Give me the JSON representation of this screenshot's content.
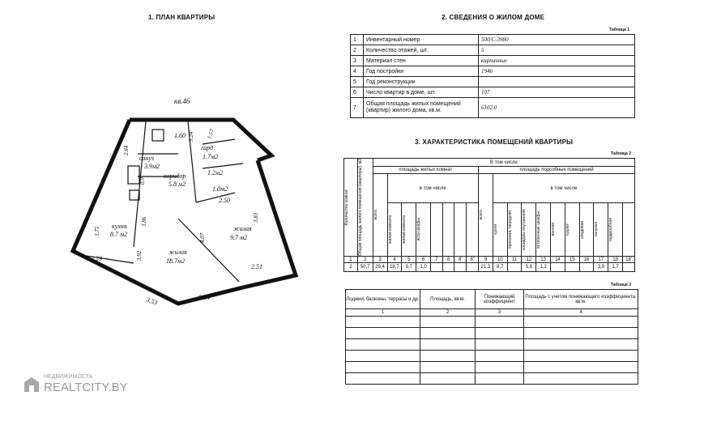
{
  "plan": {
    "title": "1. ПЛАН КВАРТИРЫ",
    "apt_label": "кв.46",
    "rooms": [
      {
        "name": "сануз",
        "area": "3.9м2"
      },
      {
        "name": "коридор",
        "area": "5.8 м2"
      },
      {
        "name": "гард",
        "area": "1.7м2"
      },
      {
        "name": "",
        "area": "1.2м2"
      },
      {
        "name": "",
        "area": "1.0м2"
      },
      {
        "name": "кухня",
        "area": "8.7 м2"
      },
      {
        "name": "жилая",
        "area": "9.7 м2"
      },
      {
        "name": "жилая",
        "area": "18.7м2"
      }
    ],
    "dims": [
      "1.60",
      "3.24",
      "1.57",
      "1.57",
      "2.84",
      "0.9",
      "2.50",
      "3.86",
      "3.75",
      "3.83",
      "4.07",
      "3.92",
      "2.29",
      "2.51",
      "3.53",
      "3.64"
    ]
  },
  "info": {
    "title": "2. СВЕДЕНИЯ О ЖИЛОМ ДОМЕ",
    "table_label": "Таблица 1",
    "rows": [
      {
        "n": "1",
        "label": "Инвентарный номер",
        "value": "500/С-3980"
      },
      {
        "n": "2",
        "label": "Количество этажей, шт.",
        "value": "5"
      },
      {
        "n": "3",
        "label": "Материал стен",
        "value": "кирпичные"
      },
      {
        "n": "4",
        "label": "Год постройки",
        "value": "1946"
      },
      {
        "n": "5",
        "label": "Год реконструкции",
        "value": ""
      },
      {
        "n": "6",
        "label": "Число квартир в доме, шт.",
        "value": "107"
      },
      {
        "n": "7",
        "label": "Общая площадь жилых помещений (квартир) жилого дома, кв.м.",
        "value": "6102,0"
      }
    ]
  },
  "rooms": {
    "title": "3. ХАРАКТЕРИСТИКА ПОМЕЩЕНИЙ КВАРТИРЫ",
    "table_label": "Таблица 2",
    "h_count": "Количество комнат",
    "h_total": "Общая площадь жилого помещения (квартиры), м2",
    "h_incl": "В том числе",
    "h_living": "площадь жилых комнат",
    "h_aux": "площадь подсобных помещений",
    "h_incl2": "в том числе",
    "living_cols": [
      "всего",
      "жилая комната",
      "жилая комната",
      "встр.шкафы",
      "",
      "",
      "",
      ""
    ],
    "aux_cols": [
      "всего",
      "кухня",
      "прихожая, передняя",
      "коридоры внутренние",
      "встроенные шкафы",
      "ванная",
      "туалет",
      "кладовая",
      "санузел",
      "гардеробная"
    ],
    "nums": [
      "1",
      "2",
      "3",
      "4",
      "5",
      "6",
      "7",
      "8",
      "8'",
      "8\"",
      "9",
      "10",
      "11",
      "12",
      "13",
      "14",
      "15",
      "16",
      "17",
      "18",
      "18'"
    ],
    "values": [
      "2",
      "50,7",
      "29,4",
      "18,7",
      "9,7",
      "1,0",
      "",
      "",
      "",
      "",
      "21,3",
      "8,7",
      "",
      "5,8",
      "1,2",
      "",
      "",
      "",
      "3,9",
      "1,7",
      ""
    ]
  },
  "loggia": {
    "table_label": "Таблица 3",
    "headers": [
      "Лоджии, балконы, террасы и др.",
      "Площадь, кв.м.",
      "Понижающий коэффициент",
      "Площадь с учетом понижающего коэффициента, кв.м."
    ],
    "nums": [
      "1",
      "2",
      "3",
      "4"
    ]
  },
  "watermark": {
    "top": "НЕДВИЖИМОСТЬ",
    "bottom": "REALTCITY.BY",
    "small": "REALTCITY.BY"
  }
}
